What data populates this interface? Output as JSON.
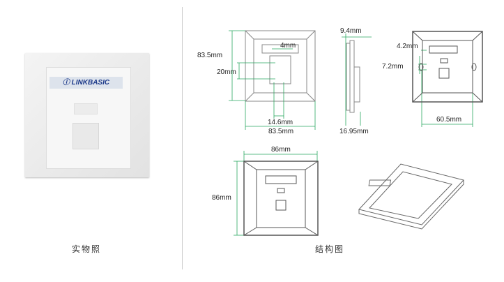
{
  "photo": {
    "caption": "实物照",
    "brand_logo": "LINKBASIC"
  },
  "drawing": {
    "caption": "结构图",
    "dimensions": {
      "front_height": "83.5mm",
      "module_height": "20mm",
      "label_offset": "4mm",
      "module_width": "14.6mm",
      "front_width": "83.5mm",
      "side_top": "9.4mm",
      "side_depth": "16.95mm",
      "face_offset": "4.2mm",
      "screw_hole": "7.2mm",
      "hole_spacing": "60.5mm",
      "plate_width": "86mm",
      "plate_height": "86mm"
    }
  },
  "colors": {
    "dimension_line": "#2aa860",
    "outline": "#555555"
  }
}
